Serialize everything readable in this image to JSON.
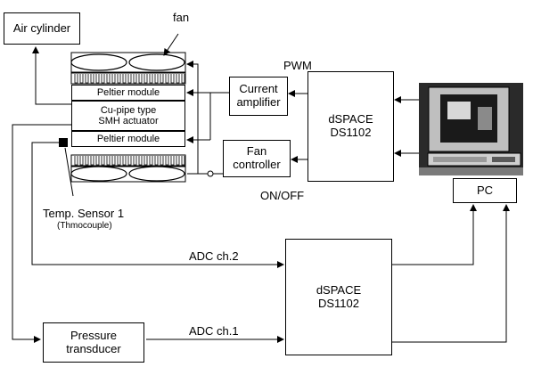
{
  "diagram": {
    "air_cylinder": "Air cylinder",
    "fan_label": "fan",
    "peltier_top": "Peltier module",
    "actuator_line1": "Cu-pipe type",
    "actuator_line2": "SMH actuator",
    "peltier_bottom": "Peltier module",
    "current_amp_line1": "Current",
    "current_amp_line2": "amplifier",
    "fan_ctrl_line1": "Fan",
    "fan_ctrl_line2": "controller",
    "dspace_top_line1": "dSPACE",
    "dspace_top_line2": "DS1102",
    "pwm": "PWM",
    "onoff": "ON/OFF",
    "pc": "PC",
    "temp_sensor_line1": "Temp. Sensor 1",
    "temp_sensor_line2": "(Thmocouple)",
    "adc2": "ADC ch.2",
    "dspace_bottom_line1": "dSPACE",
    "dspace_bottom_line2": "DS1102",
    "pressure_line1": "Pressure",
    "pressure_line2": "transducer",
    "adc1": "ADC ch.1"
  }
}
